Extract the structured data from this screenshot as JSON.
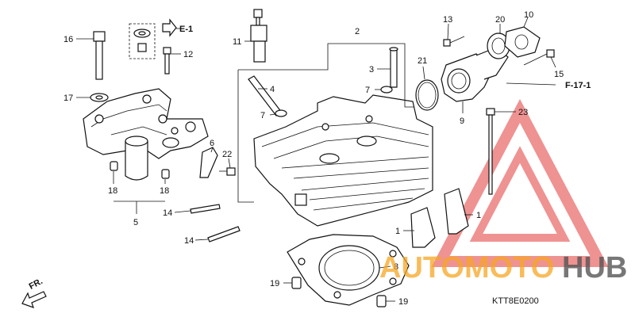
{
  "diagram": {
    "callouts": [
      {
        "id": "c16",
        "text": "16"
      },
      {
        "id": "c17",
        "text": "17"
      },
      {
        "id": "c12",
        "text": "12"
      },
      {
        "id": "c18a",
        "text": "18"
      },
      {
        "id": "c18b",
        "text": "18"
      },
      {
        "id": "c5",
        "text": "5"
      },
      {
        "id": "c6",
        "text": "6"
      },
      {
        "id": "c22",
        "text": "22"
      },
      {
        "id": "c11",
        "text": "11"
      },
      {
        "id": "c2",
        "text": "2"
      },
      {
        "id": "c3",
        "text": "3"
      },
      {
        "id": "c4",
        "text": "4"
      },
      {
        "id": "c7a",
        "text": "7"
      },
      {
        "id": "c7b",
        "text": "7"
      },
      {
        "id": "c21",
        "text": "21"
      },
      {
        "id": "c13",
        "text": "13"
      },
      {
        "id": "c20",
        "text": "20"
      },
      {
        "id": "c10",
        "text": "10"
      },
      {
        "id": "c15",
        "text": "15"
      },
      {
        "id": "c9",
        "text": "9"
      },
      {
        "id": "c23",
        "text": "23"
      },
      {
        "id": "c1a",
        "text": "1"
      },
      {
        "id": "c1b",
        "text": "1"
      },
      {
        "id": "c14a",
        "text": "14"
      },
      {
        "id": "c14b",
        "text": "14"
      },
      {
        "id": "c8",
        "text": "8"
      },
      {
        "id": "c19a",
        "text": "19"
      },
      {
        "id": "c19b",
        "text": "19"
      }
    ],
    "refs": {
      "e1": "E-1",
      "f171": "F-17-1",
      "front": "FR."
    },
    "code": "KTT8E0200",
    "watermark": {
      "brand_a": "AUTOMOTO",
      "brand_b": "HUB",
      "color_a": "#f5a623",
      "color_b": "#555555",
      "logo_color": "#e23a3a"
    }
  }
}
